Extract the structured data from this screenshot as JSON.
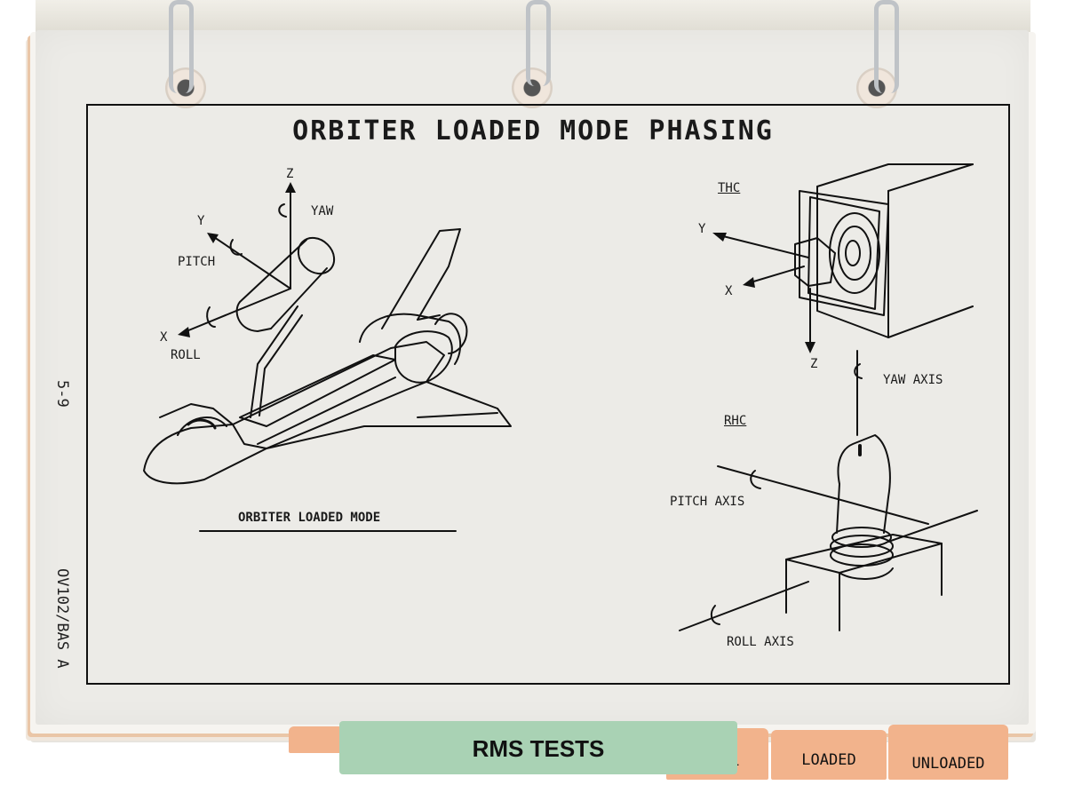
{
  "card": {
    "title": "ORBITER LOADED MODE PHASING",
    "page_number": "5-9",
    "doc_id": "OV102/BAS A"
  },
  "orbiter": {
    "caption": "ORBITER LOADED MODE",
    "z_label": "Z",
    "yaw_label": "YAW",
    "y_label": "Y",
    "pitch_label": "PITCH",
    "x_label": "X",
    "roll_label": "ROLL"
  },
  "thc": {
    "heading": "THC",
    "y_label": "Y",
    "x_label": "X",
    "z_label": "Z"
  },
  "rhc": {
    "heading": "RHC",
    "yaw_axis": "YAW AXIS",
    "pitch_axis": "PITCH AXIS",
    "roll_axis": "ROLL AXIS"
  },
  "tabs": {
    "partial": "AL",
    "active": "RMS TESTS",
    "loaded": "LOADED",
    "unloaded": "UNLOADED"
  },
  "colors": {
    "tab_orange": "#f2b38c",
    "tab_green": "#a9d2b4",
    "card": "#ecebe7",
    "ink": "#111111"
  }
}
